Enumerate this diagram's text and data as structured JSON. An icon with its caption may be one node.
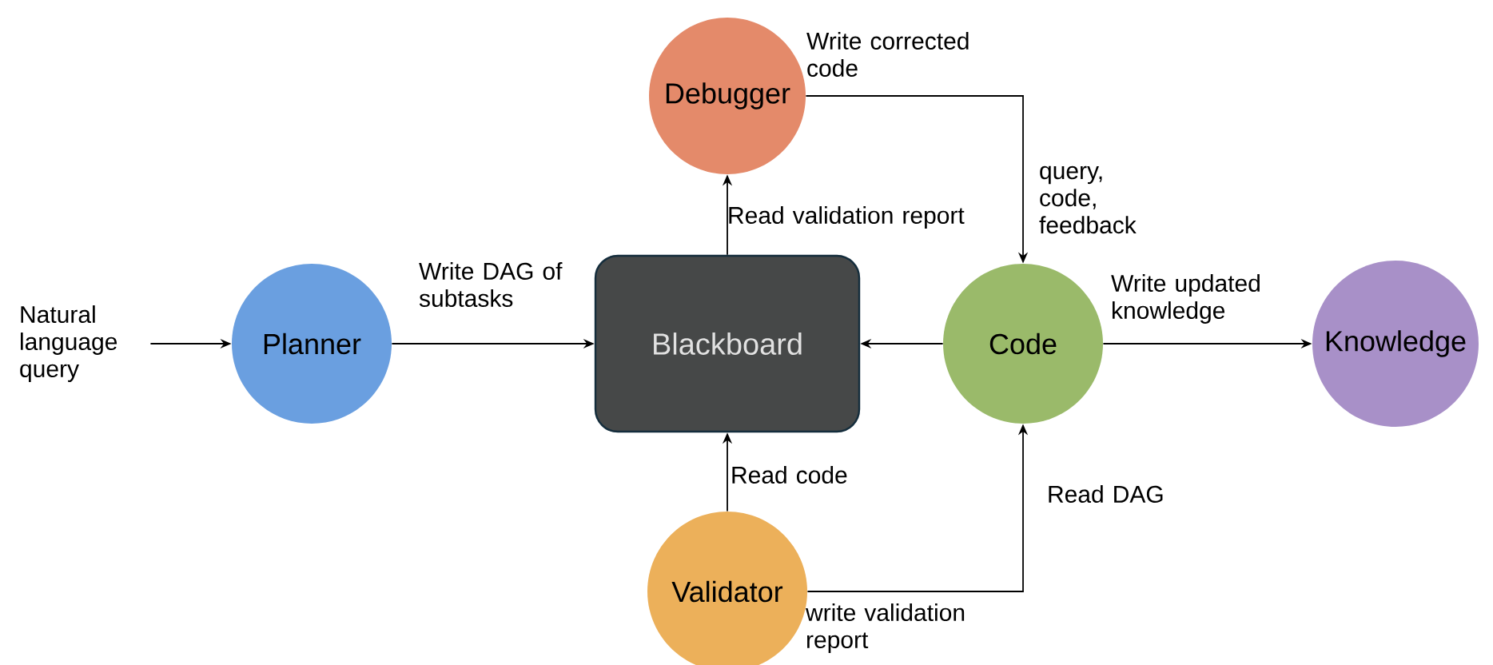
{
  "diagram": {
    "nodes": [
      {
        "text": [
          "Natural language query"
        ]
      },
      {
        "text": [
          "Planner"
        ]
      },
      {
        "text": [
          "Blackboard"
        ]
      },
      {
        "text": [
          "Debugger"
        ]
      },
      {
        "text": [
          "Code"
        ]
      },
      {
        "text": [
          "Knowledge"
        ]
      },
      {
        "text": [
          "Validator"
        ]
      }
    ],
    "edges": [
      {
        "from": 0,
        "to": 1,
        "arrow": "to"
      },
      {
        "from": 1,
        "to": 2,
        "arrow": "to",
        "label": "Write DAG of subtasks"
      },
      {
        "from": 2,
        "to": 3,
        "arrow": "to",
        "label": "Read validation report"
      },
      {
        "from": 3,
        "to": 4,
        "arrow": "to",
        "label": "Write corrected code"
      },
      {
        "from": 4,
        "to": 2,
        "arrow": "to"
      },
      {
        "from": 4,
        "to": 5,
        "arrow": "to",
        "label": "Write updated knowledge"
      },
      {
        "from": 6,
        "to": 2,
        "arrow": "to",
        "label": "Read code"
      },
      {
        "from": 6,
        "to": 4,
        "arrow": "to",
        "label": "write validation report"
      }
    ],
    "labels": [
      "query, code, feedback",
      "Read DAG"
    ]
  }
}
